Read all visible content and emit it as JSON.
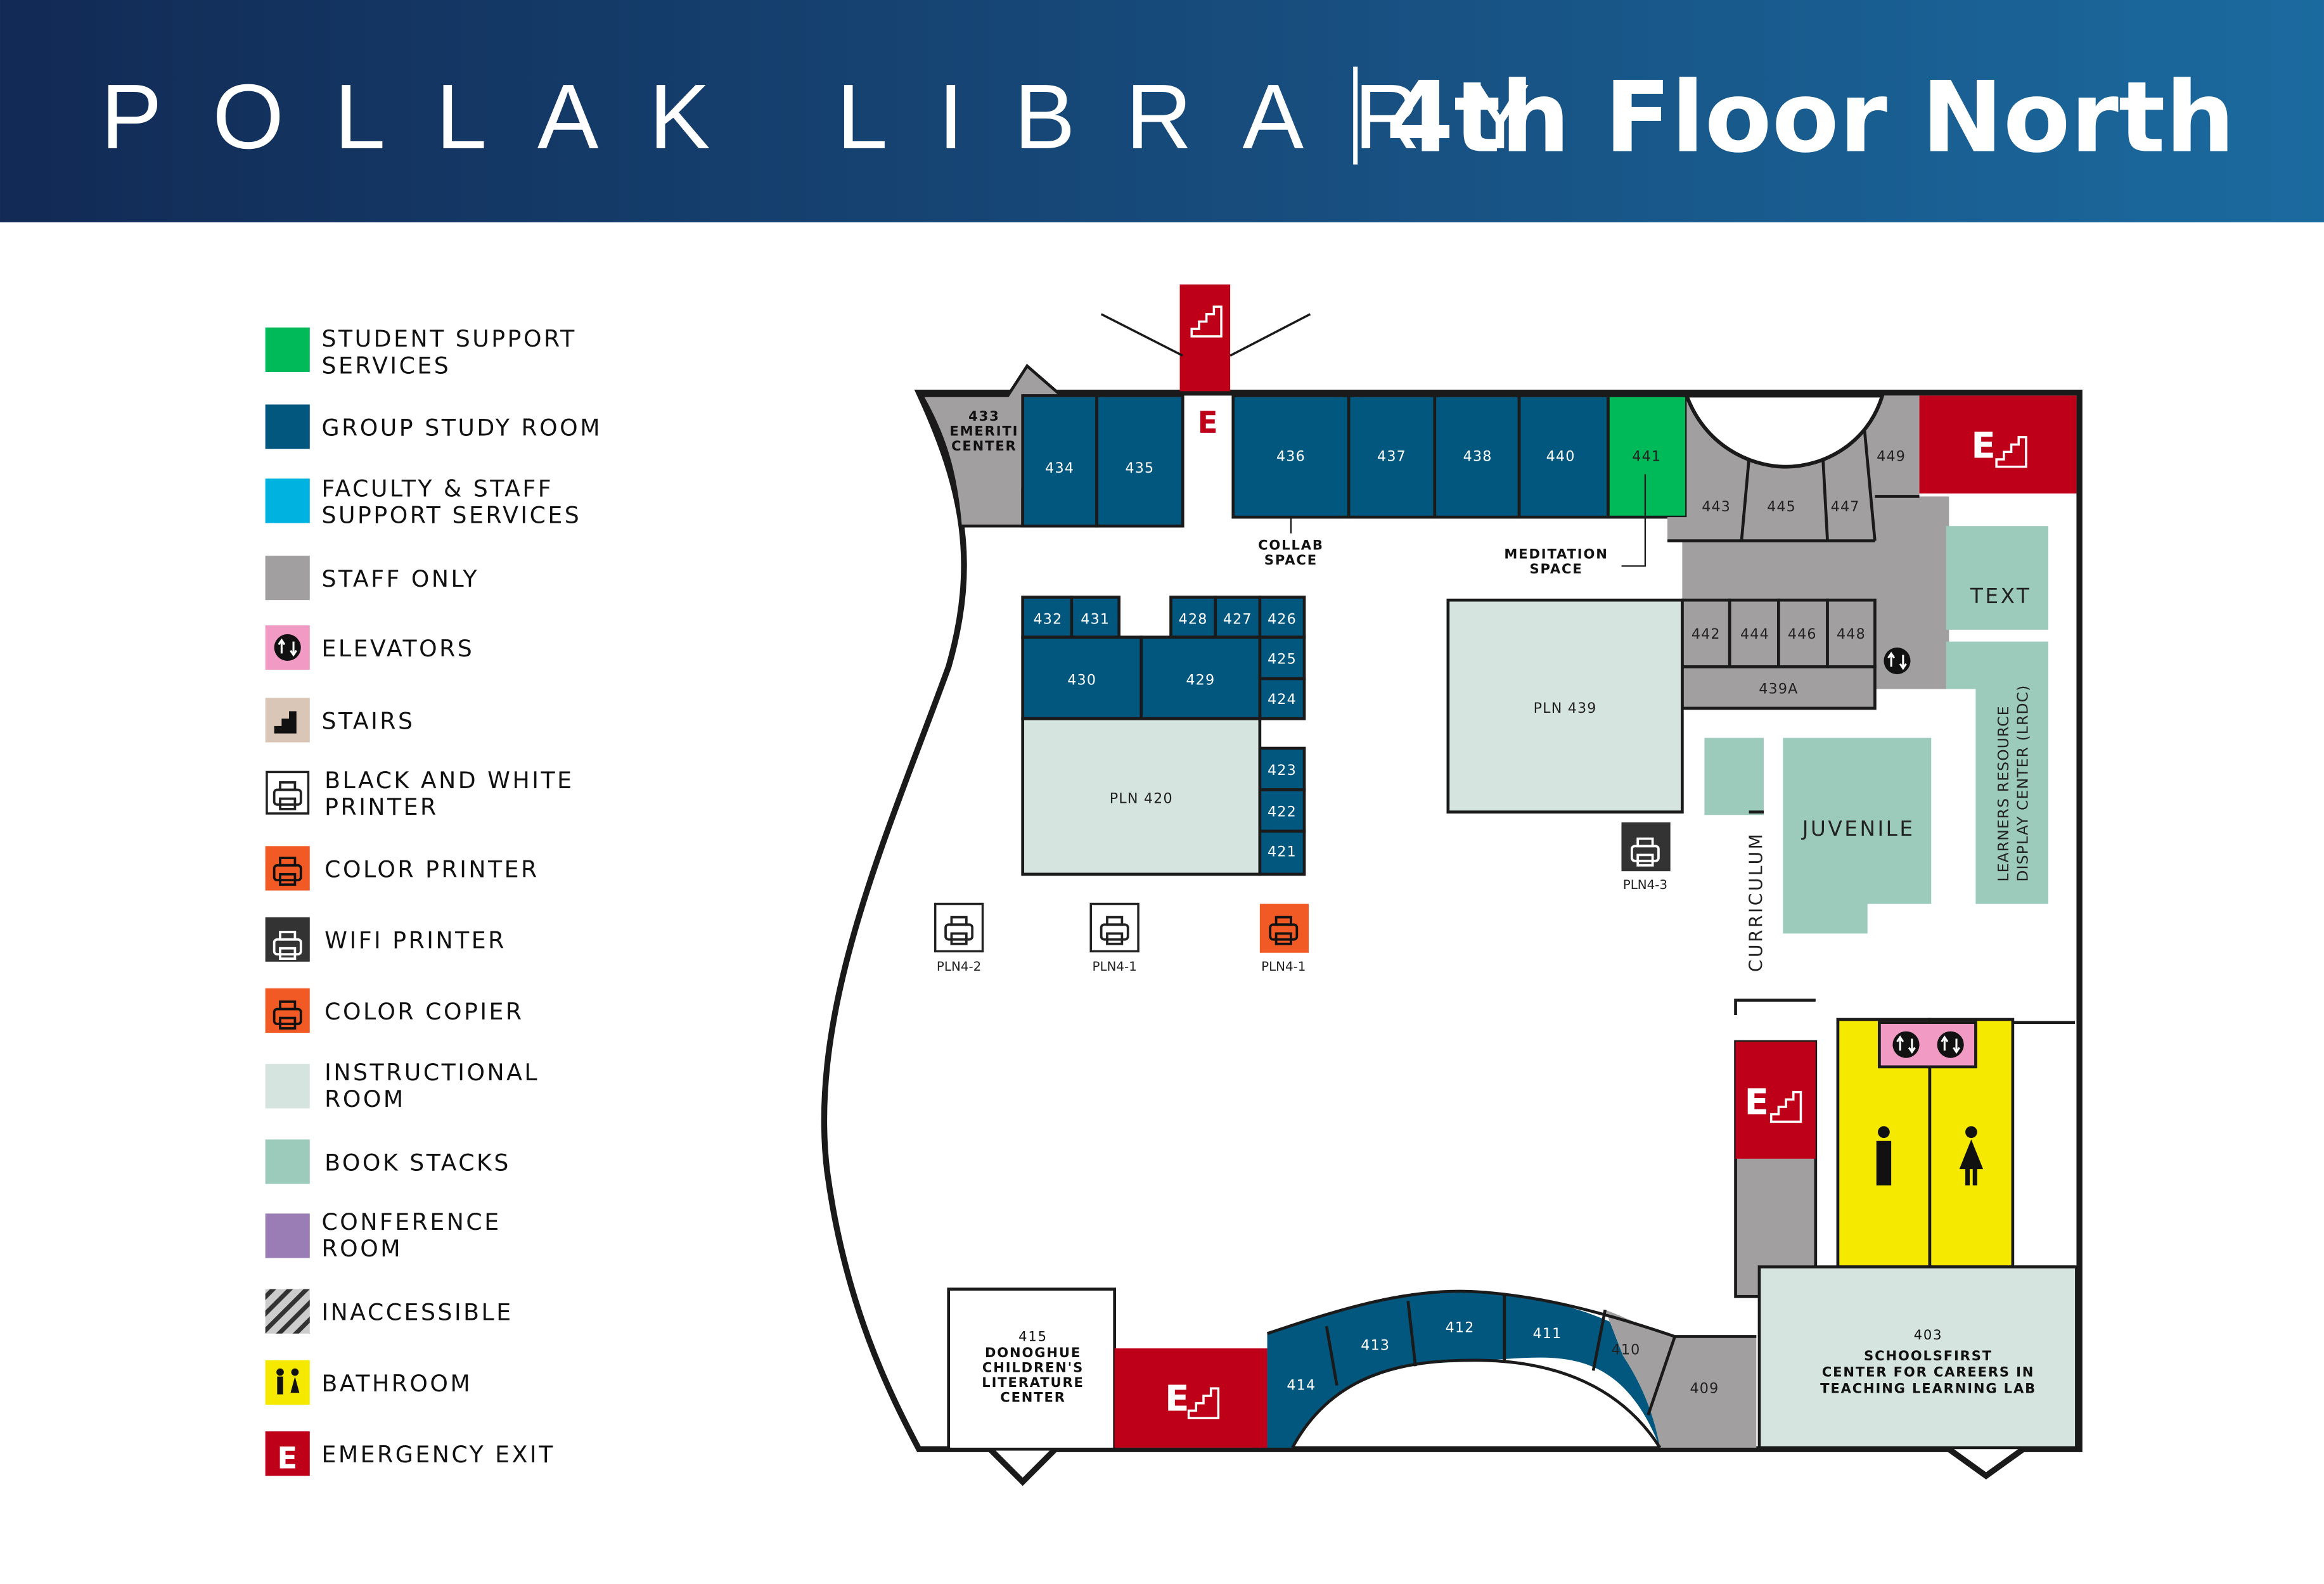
{
  "header": {
    "title": "POLLAK LIBRARY",
    "subtitle": "4th Floor North"
  },
  "colors": {
    "header_start": "#122a55",
    "header_end": "#1b6a9f",
    "student_support": "#00b959",
    "group_study": "#02577f",
    "faculty_staff": "#00b2e0",
    "staff_only": "#a19fa0",
    "elevators": "#f19bc4",
    "stairs": "#d9c6b6",
    "color_printer": "#f15a24",
    "wifi_printer": "#333333",
    "instructional": "#d5e4df",
    "book_stacks": "#9ccbbb",
    "conference": "#9a7db5",
    "bathroom": "#f6e900",
    "emergency_exit": "#bf0019"
  },
  "legend": [
    {
      "lines": [
        "STUDENT SUPPORT",
        "SERVICES"
      ],
      "icon": "green-swatch"
    },
    {
      "lines": [
        "GROUP STUDY ROOM"
      ],
      "icon": "blue-swatch"
    },
    {
      "lines": [
        "FACULTY & STAFF",
        "SUPPORT SERVICES"
      ],
      "icon": "cyan-swatch"
    },
    {
      "lines": [
        "STAFF ONLY"
      ],
      "icon": "gray-swatch"
    },
    {
      "lines": [
        "ELEVATORS"
      ],
      "icon": "elevator-icon"
    },
    {
      "lines": [
        "STAIRS"
      ],
      "icon": "stairs-icon"
    },
    {
      "lines": [
        "BLACK AND WHITE",
        "PRINTER"
      ],
      "icon": "bw-printer-icon"
    },
    {
      "lines": [
        "COLOR PRINTER"
      ],
      "icon": "color-printer-icon"
    },
    {
      "lines": [
        "WIFI PRINTER"
      ],
      "icon": "wifi-printer-icon"
    },
    {
      "lines": [
        "COLOR COPIER"
      ],
      "icon": "color-copier-icon"
    },
    {
      "lines": [
        "INSTRUCTIONAL",
        "ROOM"
      ],
      "icon": "instructional-swatch"
    },
    {
      "lines": [
        "BOOK STACKS"
      ],
      "icon": "stacks-swatch"
    },
    {
      "lines": [
        "CONFERENCE",
        "ROOM"
      ],
      "icon": "purple-swatch"
    },
    {
      "lines": [
        "INACCESSIBLE"
      ],
      "icon": "hatched-swatch"
    },
    {
      "lines": [
        "BATHROOM"
      ],
      "icon": "bathroom-icon"
    },
    {
      "lines": [
        "EMERGENCY EXIT"
      ],
      "icon": "exit-icon"
    }
  ],
  "map": {
    "exit_letter": "E",
    "rooms": {
      "r433": [
        "433",
        "EMERITI",
        "CENTER"
      ],
      "r434": "434",
      "r435": "435",
      "r436": "436",
      "r437": "437",
      "r438": "438",
      "r440": "440",
      "r441": "441",
      "r443": "443",
      "r445": "445",
      "r447": "447",
      "r449": "449",
      "r442": "442",
      "r444": "444",
      "r446": "446",
      "r448": "448",
      "r439a": "439A",
      "pln439": "PLN 439",
      "r432": "432",
      "r431": "431",
      "r428": "428",
      "r427": "427",
      "r426": "426",
      "r425": "425",
      "r424": "424",
      "r430": "430",
      "r429": "429",
      "pln420": "PLN 420",
      "r423": "423",
      "r422": "422",
      "r421": "421",
      "r415": [
        "415",
        "DONOGHUE",
        "CHILDREN'S",
        "LITERATURE",
        "CENTER"
      ],
      "r414": "414",
      "r413": "413",
      "r412": "412",
      "r411": "411",
      "r410": "410",
      "r409": "409",
      "r403": [
        "403",
        "SCHOOLSFIRST",
        "CENTER FOR CAREERS IN",
        "TEACHING LEARNING LAB"
      ]
    },
    "collab": [
      "COLLAB",
      "SPACE"
    ],
    "meditation": [
      "MEDITATION",
      "SPACE"
    ],
    "stacks": {
      "text": "TEXT",
      "juvenile": "JUVENILE",
      "curriculum": "CURRICULUM",
      "lrdc": [
        "LEARNERS RESOURCE",
        "DISPLAY CENTER (LRDC)"
      ]
    },
    "printers": [
      "PLN4-2",
      "PLN4-1",
      "PLN4-1",
      "PLN4-3"
    ]
  }
}
